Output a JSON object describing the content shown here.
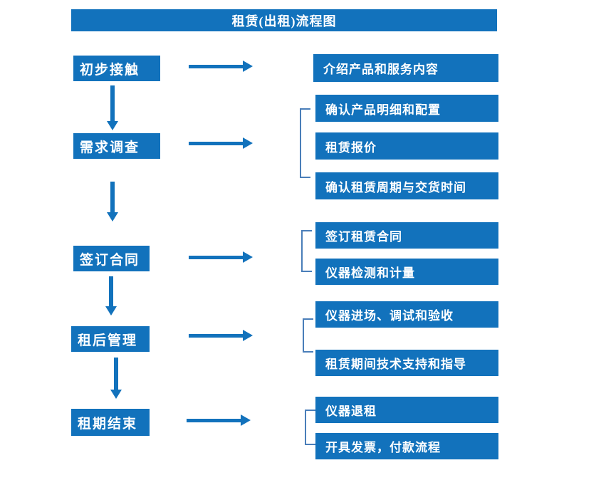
{
  "title": "租赁(出租)流程图",
  "colors": {
    "primary_blue": "#1272BC",
    "bracket_blue": "#4A7EB9",
    "text_white": "#FFFFFF",
    "background": "#FFFFFF"
  },
  "steps": [
    {
      "label": "初步接触",
      "details": [
        "介绍产品和服务内容"
      ]
    },
    {
      "label": "需求调查",
      "details": [
        "确认产品明细和配置",
        "租赁报价",
        "确认租赁周期与交货时间"
      ]
    },
    {
      "label": "签订合同",
      "details": [
        "签订租赁合同",
        "仪器检测和计量"
      ]
    },
    {
      "label": "租后管理",
      "details": [
        "仪器进场、调试和验收",
        "租赁期间技术支持和指导"
      ]
    },
    {
      "label": "租期结束",
      "details": [
        "仪器退租",
        "开具发票，付款流程"
      ]
    }
  ]
}
